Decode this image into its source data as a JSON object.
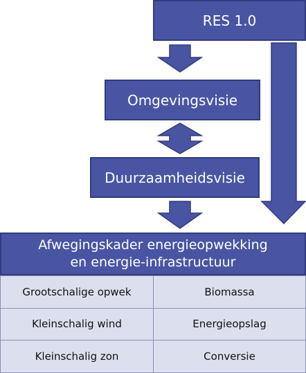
{
  "diagram": {
    "res": "RES 1.0",
    "omgevingsvisie": "Omgevingsvisie",
    "duurzaamheidsvisie": "Duurzaamheidsvisie",
    "kader_line1": "Afwegingskader energieopwekking",
    "kader_line2": "en energie-infrastructuur",
    "table": [
      [
        "Grootschalige opwek",
        "Biomassa"
      ],
      [
        "Kleinschalig wind",
        "Energieopslag"
      ],
      [
        "Kleinschalig zon",
        "Conversie"
      ]
    ]
  },
  "colors": {
    "box_fill": "#4955a3",
    "box_border": "#313b7e",
    "cell_fill": "#dcdfee"
  }
}
